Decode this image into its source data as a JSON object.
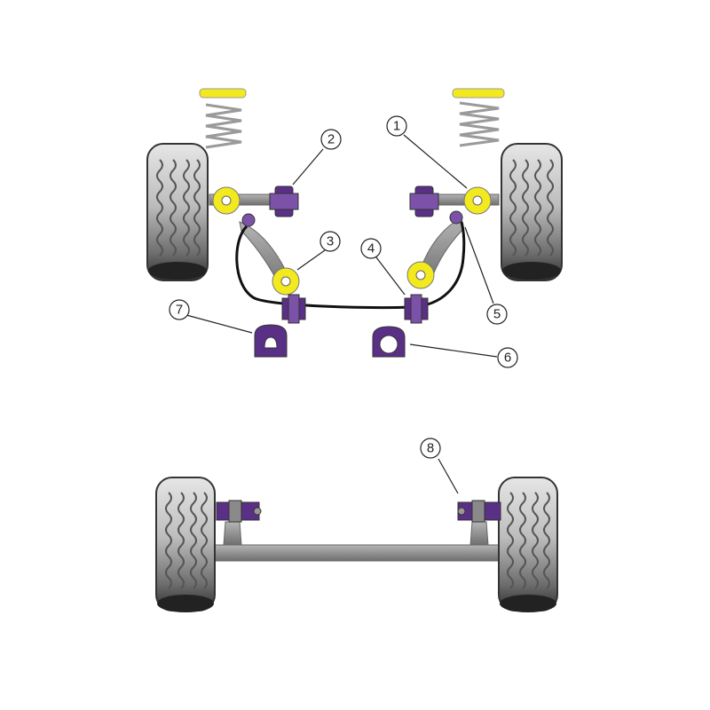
{
  "diagram": {
    "callouts": [
      {
        "id": "1",
        "label": "1"
      },
      {
        "id": "2",
        "label": "2"
      },
      {
        "id": "3",
        "label": "3"
      },
      {
        "id": "4",
        "label": "4"
      },
      {
        "id": "5",
        "label": "5"
      },
      {
        "id": "6",
        "label": "6"
      },
      {
        "id": "7",
        "label": "7"
      },
      {
        "id": "8",
        "label": "8"
      }
    ],
    "colors": {
      "bush_purple": "#5a2f86",
      "bush_purple_light": "#7b52a8",
      "bush_yellow": "#f2ea1f",
      "tyre_dark": "#3a3a3a",
      "tyre_light": "#d8d8d8",
      "metal_grey": "#8f8f8f",
      "spring_grey": "#9a9a9a"
    }
  }
}
